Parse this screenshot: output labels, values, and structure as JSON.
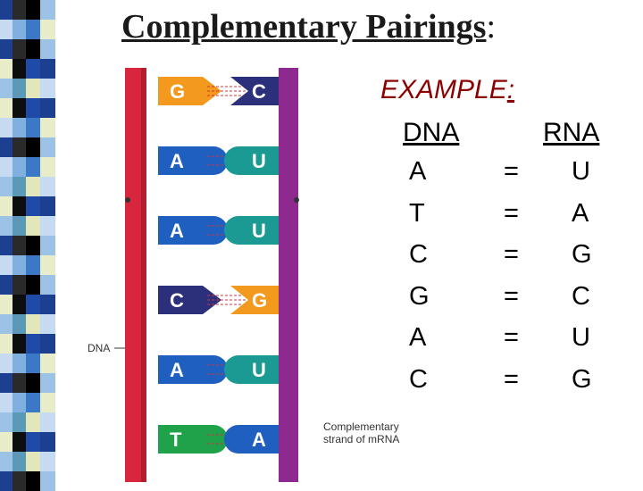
{
  "slide": {
    "title": "Complementary Pairings",
    "title_colon": ":"
  },
  "colors": {
    "dna_strand": "#d7263d",
    "rna_strand": "#8e2a8f",
    "G": "#f39a1e",
    "C": "#2c2f7a",
    "A": "#1f5fbf",
    "U": "#1a9a92",
    "T": "#1fa24a",
    "heading": "#8b0000"
  },
  "example": {
    "heading": "EXAMPLE",
    "colon": ":",
    "dna_header": "DNA",
    "rna_header": "RNA",
    "equals": "=",
    "pairs": [
      {
        "dna": "A",
        "rna": "U"
      },
      {
        "dna": "T",
        "rna": "A"
      },
      {
        "dna": "C",
        "rna": "G"
      },
      {
        "dna": "G",
        "rna": "C"
      },
      {
        "dna": "A",
        "rna": "U"
      },
      {
        "dna": "C",
        "rna": "G"
      }
    ]
  },
  "diagram": {
    "dna_label": "DNA",
    "mrna_label_line1": "Complementary",
    "mrna_label_line2": "strand of mRNA",
    "base_pairs": [
      {
        "left": "G",
        "right": "C"
      },
      {
        "left": "A",
        "right": "U"
      },
      {
        "left": "A",
        "right": "U"
      },
      {
        "left": "C",
        "right": "G"
      },
      {
        "left": "A",
        "right": "U"
      },
      {
        "left": "T",
        "right": "A"
      }
    ]
  }
}
